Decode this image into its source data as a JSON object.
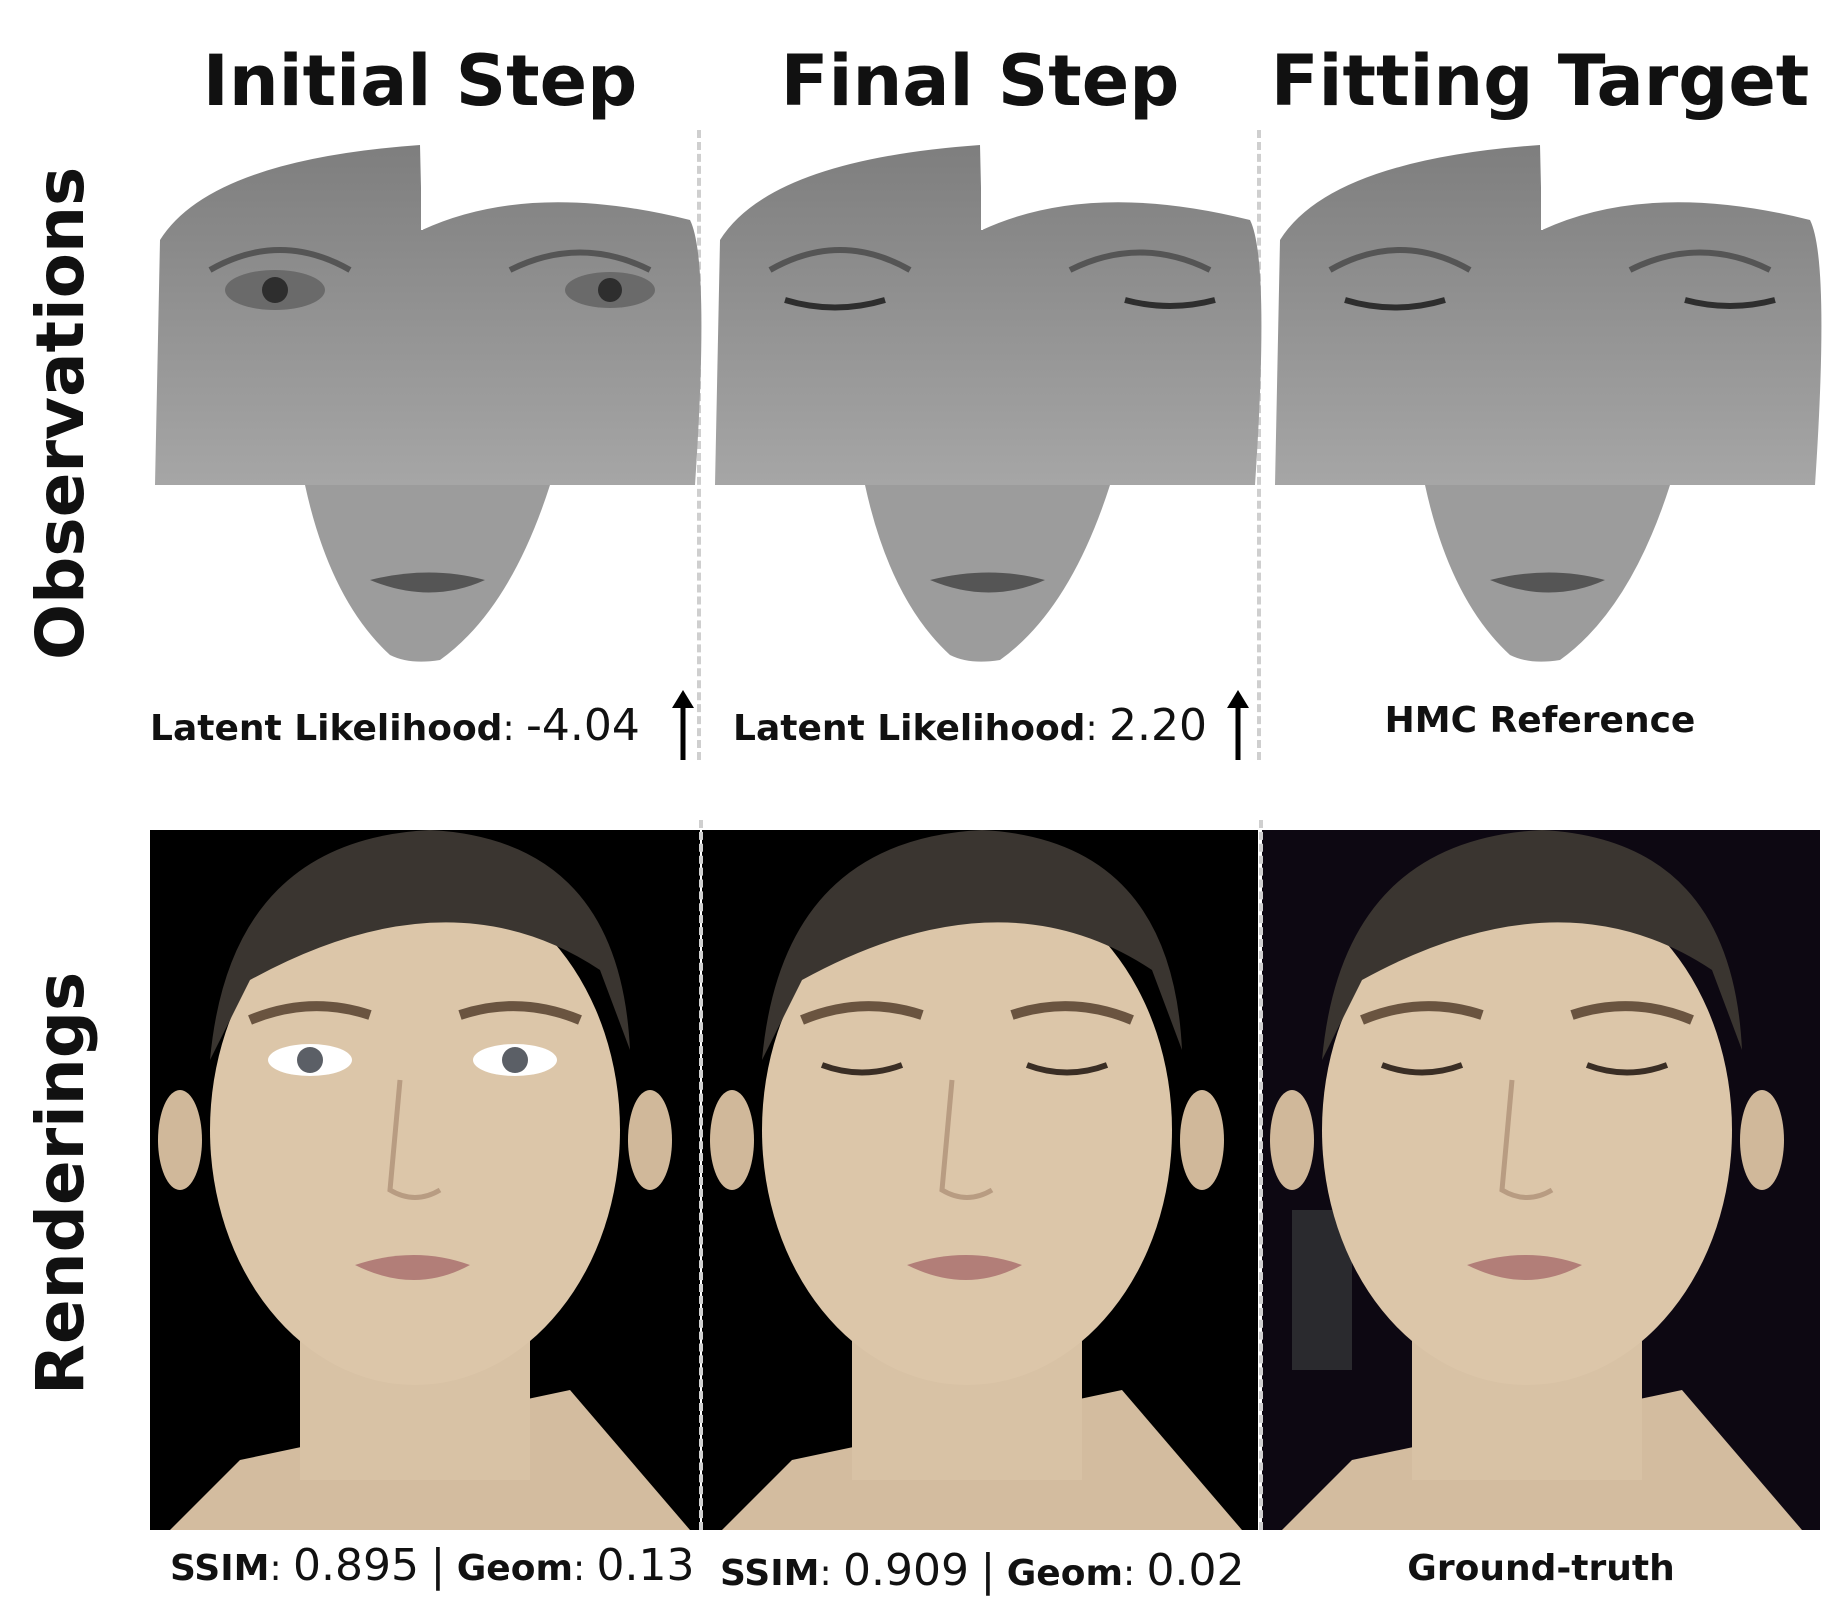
{
  "columns": [
    {
      "title": "Initial Step"
    },
    {
      "title": "Final Step"
    },
    {
      "title": "Fitting Target"
    }
  ],
  "rows": [
    {
      "title": "Observations"
    },
    {
      "title": "Renderings"
    }
  ],
  "observation_captions": [
    {
      "label": "Latent Likelihood",
      "sep": ":",
      "value": "-4.04",
      "arrow": "up-arrow-icon"
    },
    {
      "label": "Latent Likelihood",
      "sep": ":",
      "value": "2.20",
      "arrow": "up-arrow-icon"
    },
    {
      "label": "HMC Reference"
    }
  ],
  "rendering_captions": [
    {
      "ssim_label": "SSIM",
      "ssim_value": "0.895",
      "sep": "|",
      "geom_label": "Geom",
      "geom_value": "0.13"
    },
    {
      "ssim_label": "SSIM",
      "ssim_value": "0.909",
      "sep": "|",
      "geom_label": "Geom",
      "geom_value": "0.02"
    },
    {
      "label": "Ground-truth"
    }
  ],
  "colors": {
    "obs_skin": "#9a9a9a",
    "render_bg_dark": "#000000",
    "render_bg_target": "#0d0812",
    "skin": "#d8c2a5",
    "hair": "#3a3530",
    "divider": "#cfcfcf"
  }
}
